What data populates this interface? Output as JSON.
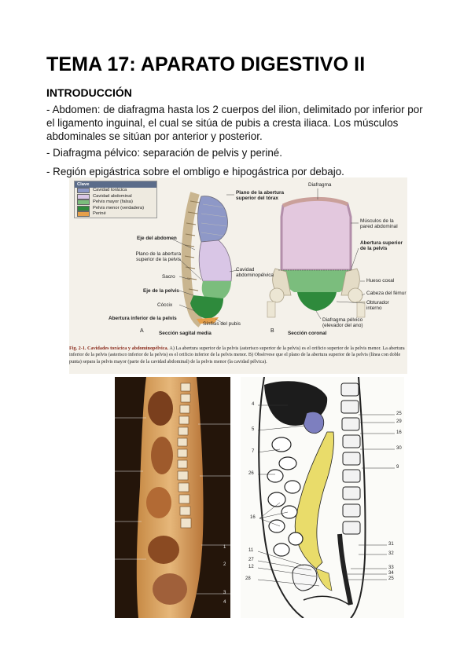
{
  "doc": {
    "title": "TEMA 17: APARATO DIGESTIVO II",
    "section_heading": "INTRODUCCIÓN",
    "paragraphs": [
      "- Abdomen: de diafragma hasta los 2 cuerpos del ilion, delimitado por inferior por el ligamento inguinal, el cual se sitúa de pubis a cresta iliaca. Los músculos abdominales se sitúan por anterior y posterior.",
      "- Diafragma pélvico: separación de pelvis y periné.",
      "- Región epigástrica sobre el ombligo e hipogástrica por debajo."
    ]
  },
  "figure1": {
    "legend": {
      "title": "Clave",
      "items": [
        {
          "label": "Cavidad torácica",
          "color": "#8e98c7"
        },
        {
          "label": "Cavidad abdominal",
          "color": "#d9c6e6"
        },
        {
          "label": "Pelvis mayor (falsa)",
          "color": "#7bbd7d"
        },
        {
          "label": "Pelvis menor (verdadera)",
          "color": "#2e8a3c"
        },
        {
          "label": "Periné",
          "color": "#e59f4a"
        }
      ]
    },
    "labels_a": {
      "plano_torax": "Plano de la abertura superior del tórax",
      "eje_abdomen": "Eje del abdomen",
      "plano_pelvis": "Plano de la abertura superior de la pelvis",
      "sacro": "Sacro",
      "eje_pelvis": "Eje de la pelvis",
      "coccix": "Cóccix",
      "abertura_inferior": "Abertura inferior de la pelvis",
      "cavidad_ap": "Cavidad abdominopélvica",
      "sinfisis": "Sínfisis del pubis",
      "panel_letter": "A",
      "panel_caption": "Sección sagital media"
    },
    "labels_b": {
      "diafragma": "Diafragma",
      "musculos_pared": "Músculos de la pared abdominal",
      "abertura_superior": "Abertura superior de la pelvis",
      "hueso_coxal": "Hueso coxal",
      "cabeza_femur": "Cabeza del fémur",
      "obturador": "Obturador interno",
      "diafragma_pelvico": "Diafragma pélvico (elevador del ano)",
      "panel_letter": "B",
      "panel_caption": "Sección coronal"
    },
    "caption": {
      "figure_ref": "Fig. 2-1.",
      "title": "Cavidades torácica y abdominopélvica.",
      "text": "A) La abertura superior de la pelvis (asterisco superior de la pelvis) es el orificio superior de la pelvis menor. La abertura inferior de la pelvis (asterisco inferior de la pelvis) es el orificio inferior de la pelvis menor. B) Obsérvese que el plano de la abertura superior de la pelvis (línea con doble punta) separa la pelvis mayor (parte de la cavidad abdominal) de la pelvis menor (la cavidad pélvica)."
    }
  },
  "figure2": {
    "numbers_right": [
      "25",
      "29",
      "16",
      "30",
      "9",
      "31",
      "32",
      "33",
      "34",
      "25"
    ],
    "numbers_left": [
      "4",
      "5",
      "7",
      "26",
      "16",
      "11",
      "27",
      "12",
      "28"
    ],
    "photo_numbers": [
      "1",
      "2",
      "3",
      "4"
    ]
  }
}
